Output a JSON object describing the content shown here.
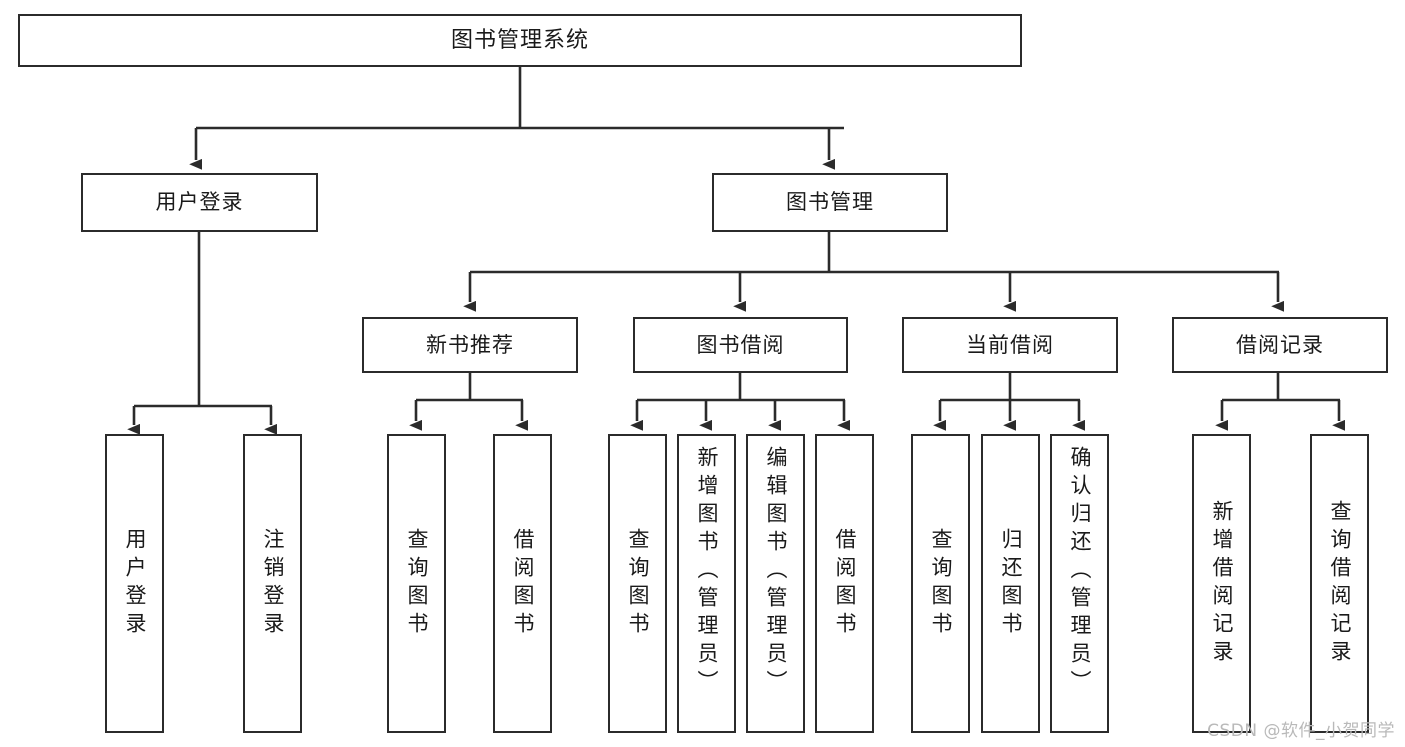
{
  "diagram": {
    "title": "图书管理系统",
    "type": "hierarchy-tree",
    "stroke_color": "#2b2b2b",
    "fill_color": "#ffffff",
    "text_color": "#1a1a1a",
    "nodes": {
      "root": {
        "label": "图书管理系统"
      },
      "level2": [
        {
          "label": "用户登录"
        },
        {
          "label": "图书管理"
        }
      ],
      "level3": [
        {
          "label": "新书推荐"
        },
        {
          "label": "图书借阅"
        },
        {
          "label": "当前借阅"
        },
        {
          "label": "借阅记录"
        }
      ],
      "leaves": {
        "user_login": [
          {
            "label": "用户登录"
          },
          {
            "label": "注销登录"
          }
        ],
        "new_book_recommend": [
          {
            "label": "查询图书"
          },
          {
            "label": "借阅图书"
          }
        ],
        "book_borrow": [
          {
            "label": "查询图书"
          },
          {
            "label": "新增图书（管理员）"
          },
          {
            "label": "编辑图书（管理员）"
          },
          {
            "label": "借阅图书"
          }
        ],
        "current_borrow": [
          {
            "label": "查询图书"
          },
          {
            "label": "归还图书"
          },
          {
            "label": "确认归还（管理员）"
          }
        ],
        "borrow_record": [
          {
            "label": "新增借阅记录"
          },
          {
            "label": "查询借阅记录"
          }
        ]
      }
    },
    "watermark": "CSDN @软件_小贺同学"
  }
}
